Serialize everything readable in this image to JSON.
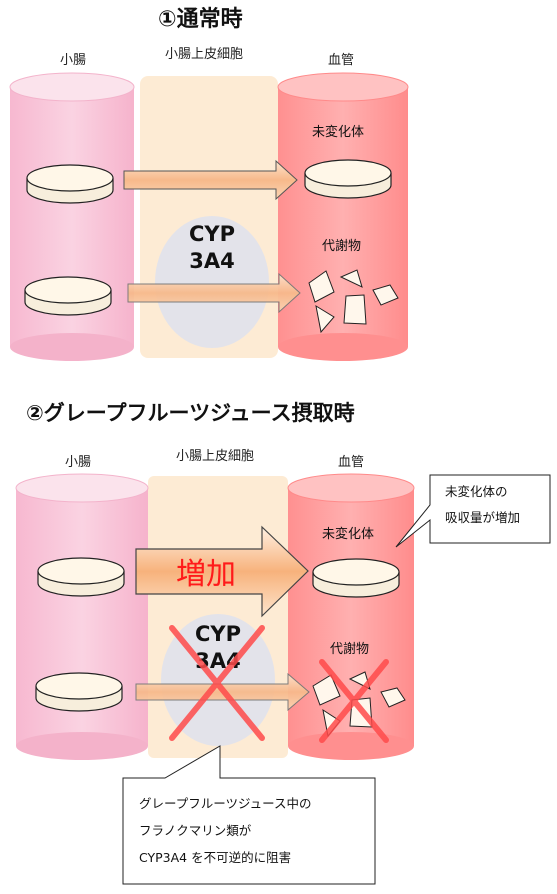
{
  "section1": {
    "title": "①通常時",
    "label_left": "小腸",
    "label_middle": "小腸上皮細胞",
    "label_right": "血管",
    "unchanged_label": "未変化体",
    "metabolite_label": "代謝物",
    "enzyme_line1": "CYP",
    "enzyme_line2": "3A4"
  },
  "section2": {
    "title": "②グレープフルーツジュース摂取時",
    "label_left": "小腸",
    "label_middle": "小腸上皮細胞",
    "label_right": "血管",
    "unchanged_label": "未変化体",
    "metabolite_label": "代謝物",
    "enzyme_line1": "CYP",
    "enzyme_line2": "3A4",
    "increase_label": "増加",
    "callout_top": [
      "未変化体の",
      "吸収量が増加"
    ],
    "callout_bottom": [
      "グレープフルーツジュース中の",
      "フラノクマリン類が",
      "CYP3A4 を不可逆的に阻害"
    ]
  },
  "colors": {
    "intestine": "#f9c9dc",
    "epithelium": "#fde9cf",
    "vessel": "#ff9a9a",
    "enzyme": "#e3e3ea",
    "arrow": "#f8c39a",
    "cross": "#ff4b4b",
    "increase_text": "#ff1a1a"
  }
}
